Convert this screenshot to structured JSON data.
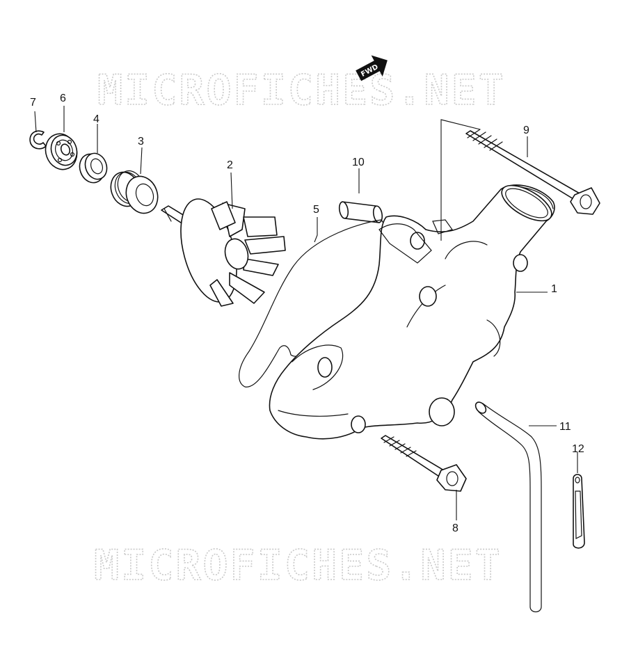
{
  "watermark": {
    "top": "MICROFICHES.NET",
    "bottom": "MICROFICHES.NET"
  },
  "direction_marker": {
    "label": "FWD",
    "icon": "forward-arrow-icon"
  },
  "callouts": [
    {
      "id": "1",
      "label": "1"
    },
    {
      "id": "2",
      "label": "2"
    },
    {
      "id": "3",
      "label": "3"
    },
    {
      "id": "4",
      "label": "4"
    },
    {
      "id": "5",
      "label": "5"
    },
    {
      "id": "6",
      "label": "6"
    },
    {
      "id": "7",
      "label": "7"
    },
    {
      "id": "8",
      "label": "8"
    },
    {
      "id": "9",
      "label": "9"
    },
    {
      "id": "10",
      "label": "10"
    },
    {
      "id": "11",
      "label": "11"
    },
    {
      "id": "12",
      "label": "12"
    }
  ]
}
